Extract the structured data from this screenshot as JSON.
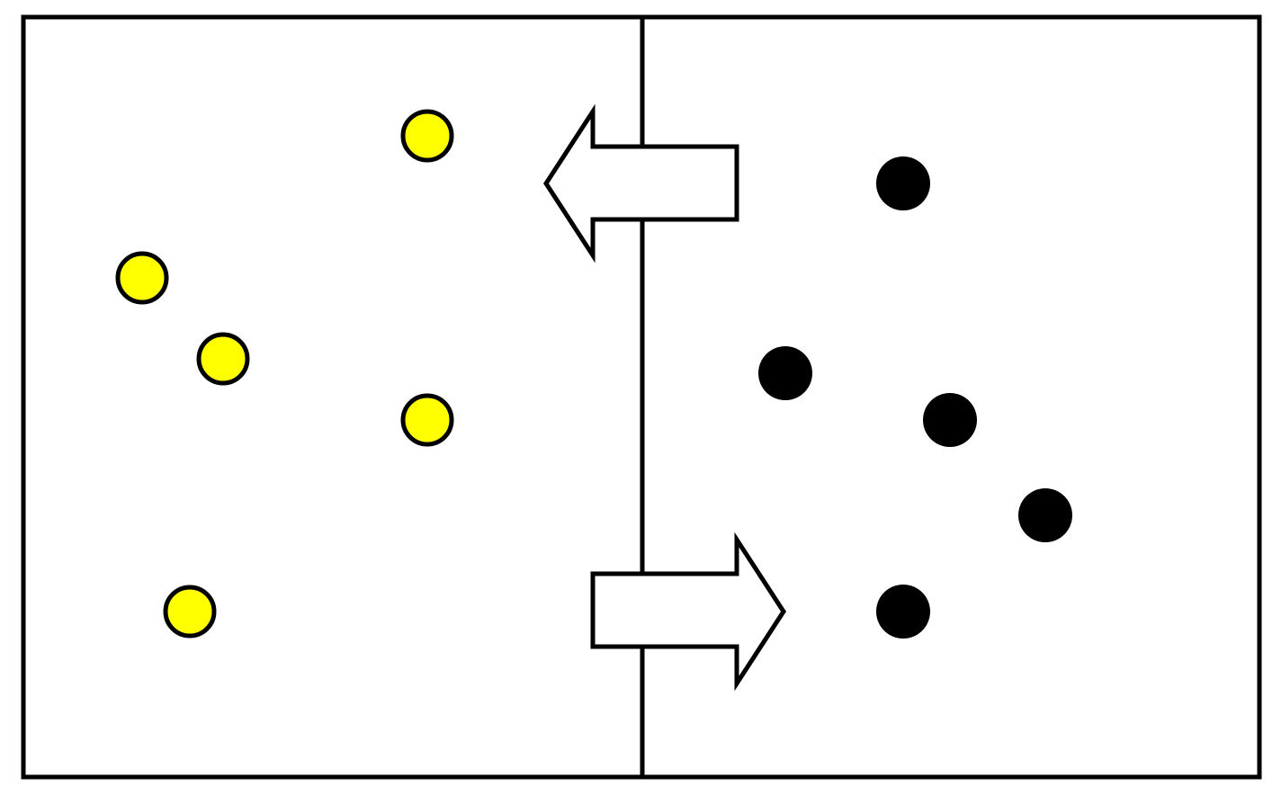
{
  "colors": {
    "background": "#ffffff",
    "stroke": "#000000",
    "yellow_particle": "#ffff00",
    "black_particle": "#000000",
    "arrow_fill": "#ffffff"
  },
  "diagram": {
    "left_compartment": {
      "particle_color": "yellow",
      "particle_count": 5
    },
    "right_compartment": {
      "particle_color": "black",
      "particle_count": 5
    },
    "arrows": [
      {
        "direction": "left"
      },
      {
        "direction": "right"
      }
    ]
  }
}
